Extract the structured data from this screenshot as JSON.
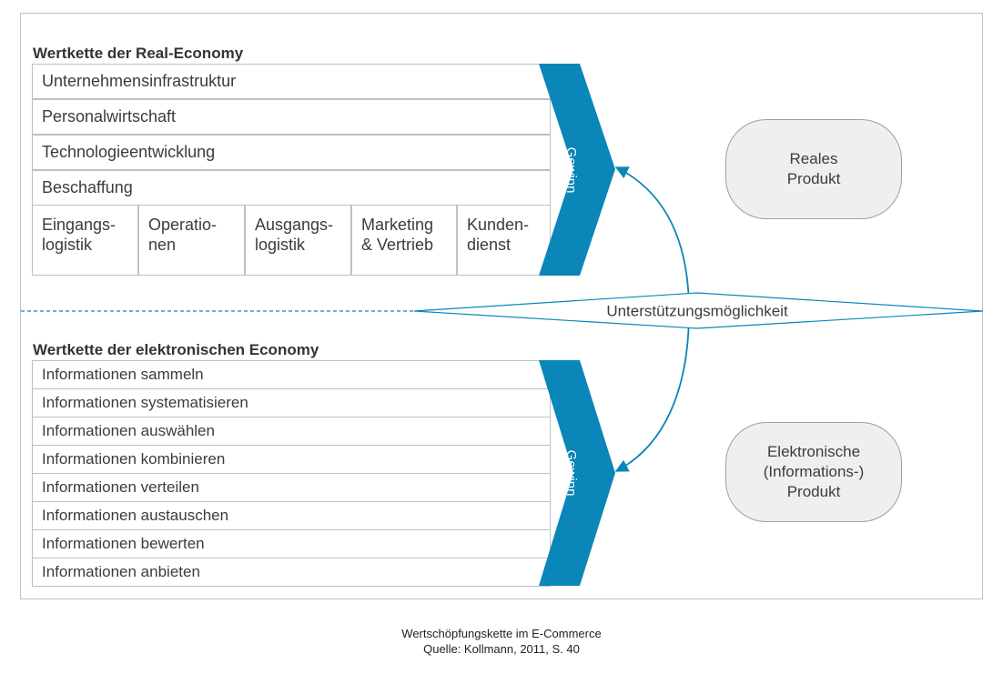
{
  "real": {
    "title": "Wertkette der Real-Economy",
    "support": [
      "Unternehmensinfrastruktur",
      "Personalwirtschaft",
      "Technologieentwicklung",
      "Beschaffung"
    ],
    "primary": [
      [
        "Eingangs-",
        "logistik"
      ],
      [
        "Operatio-",
        "nen"
      ],
      [
        "Ausgangs-",
        "logistik"
      ],
      [
        "Marketing",
        "& Vertrieb"
      ],
      [
        "Kunden-",
        "dienst"
      ]
    ],
    "arrow_label": "Gewinn",
    "product": [
      "Reales",
      "Produkt"
    ]
  },
  "electronic": {
    "title": "Wertkette der elektronischen Economy",
    "rows": [
      "Informationen sammeln",
      "Informationen systematisieren",
      "Informationen auswählen",
      "Informationen kombinieren",
      "Informationen verteilen",
      "Informationen austauschen",
      "Informationen bewerten",
      "Informationen anbieten"
    ],
    "arrow_label": "Gewinn",
    "product": [
      "Elektronische",
      "(Informations-)",
      "Produkt"
    ]
  },
  "connector_label": "Unterstützungsmöglichkeit",
  "caption": {
    "line1": "Wertschöpfungskette im E-Commerce",
    "line2": "Quelle: Kollmann, 2011, S. 40"
  },
  "colors": {
    "accent": "#0a86b8",
    "border": "#b9c2c6",
    "product_fill": "#efefef"
  }
}
